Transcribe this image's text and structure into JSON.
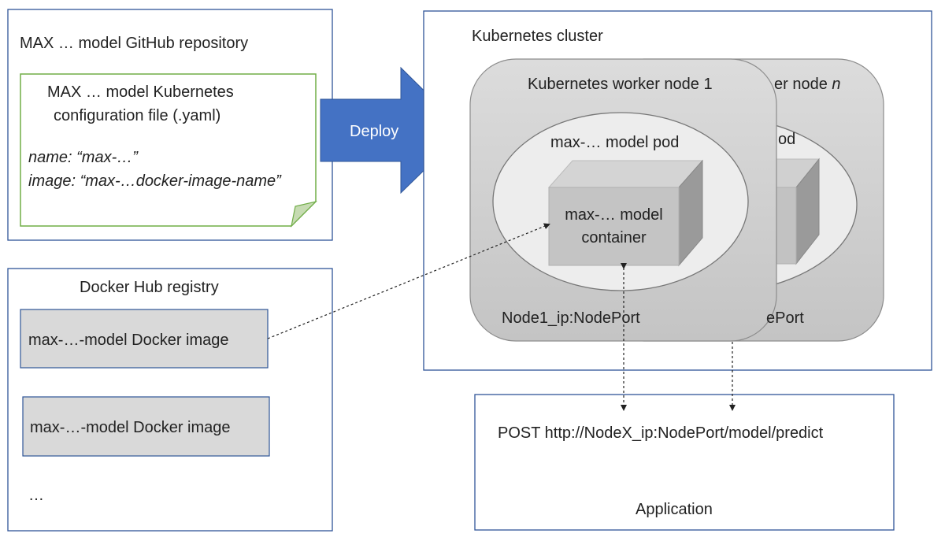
{
  "repo": {
    "title": "MAX … model GitHub repository",
    "file_title_line1": "MAX … model Kubernetes",
    "file_title_line2": "configuration file (.yaml)",
    "name_line": "name:  “max-…”",
    "image_line": "image: “max-…docker-image-name”",
    "border_color": "#2f5597",
    "file_border_color": "#70ad47"
  },
  "deploy_arrow": {
    "label": "Deploy",
    "color": "#4472c4"
  },
  "registry": {
    "title": "Docker Hub registry",
    "image1": "max-…-model Docker image",
    "image2": "max-…-model Docker image",
    "more": "…"
  },
  "cluster": {
    "title": "Kubernetes cluster",
    "node_back_suffix": "er node ",
    "node_back_n": "n",
    "node_front": "Kubernetes worker node 1",
    "pod_label": "max-… model pod",
    "pod_back_label": "od",
    "container_line1": "max-… model",
    "container_line2": "container",
    "nodeport_front": "Node1_ip:NodePort",
    "nodeport_back": "ePort"
  },
  "app": {
    "request": "POST http://NodeX_ip:NodePort/model/predict",
    "title": "Application"
  }
}
